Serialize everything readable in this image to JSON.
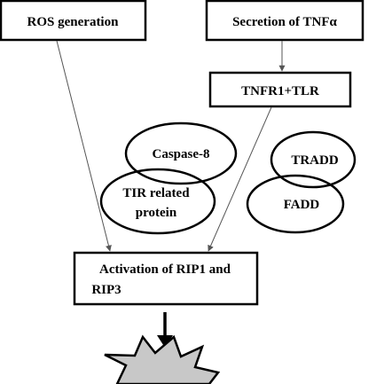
{
  "boxes": {
    "ros": "ROS generation",
    "tnf": "Secretion of TNFα",
    "receptor": "TNFR1+TLR",
    "activation_line1": "Activation of RIP1 and",
    "activation_line2": "RIP3"
  },
  "ellipses": {
    "caspase8": "Caspase-8",
    "tir_line1": "TIR related",
    "tir_line2": "protein",
    "tradd": "TRADD",
    "fadd": "FADD"
  }
}
